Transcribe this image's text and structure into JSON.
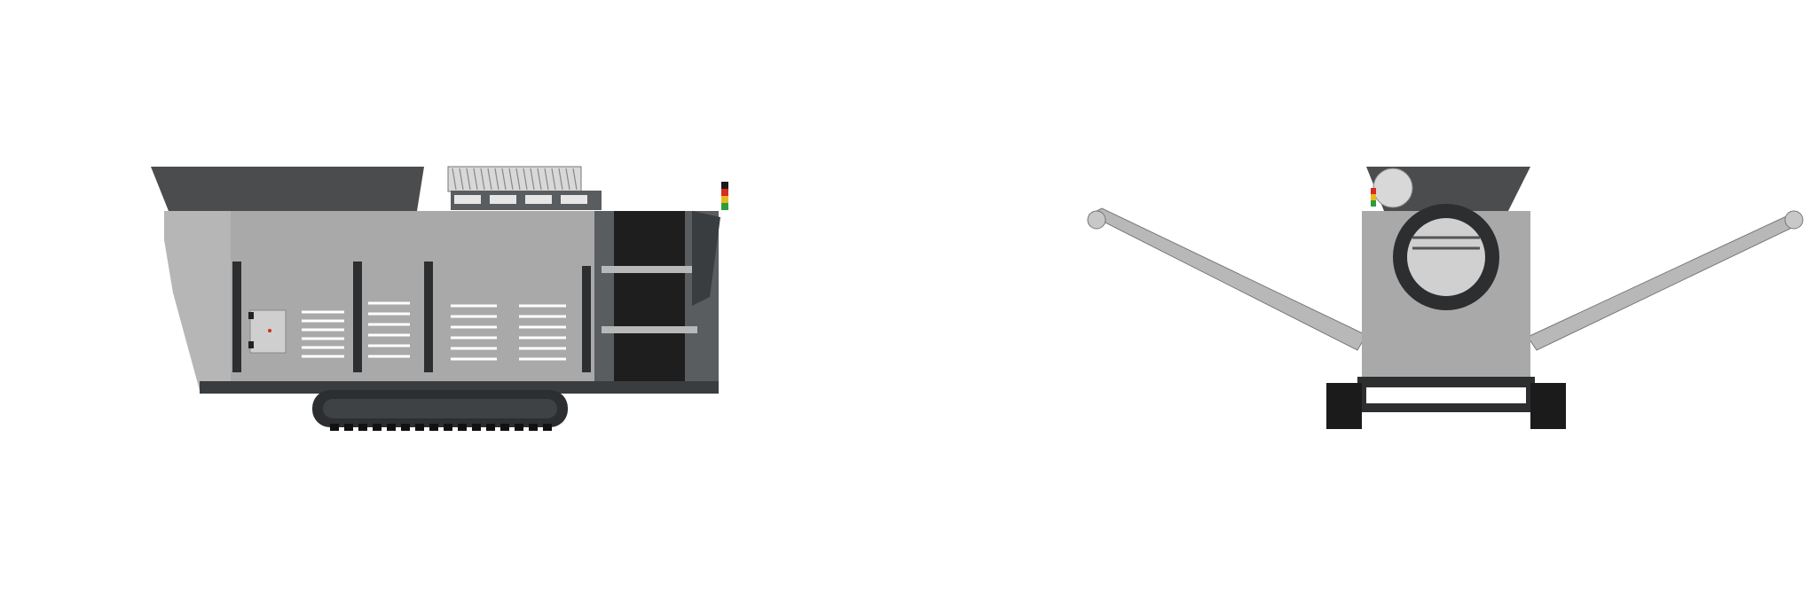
{
  "scene": {
    "views": [
      {
        "id": "side",
        "description_name": "side-view"
      },
      {
        "id": "front",
        "description_name": "front-view"
      }
    ],
    "colors": {
      "background": "#ffffff",
      "body_gray": "#a9a9a9",
      "body_light": "#c4c4c4",
      "dark_steel": "#3a3d3f",
      "hopper": "#4a4c4e",
      "belt_black": "#1e1e1e",
      "track_black": "#1b1b1b",
      "beacon_red": "#d62b1e",
      "beacon_yellow": "#e8b820",
      "beacon_green": "#2e9d3c"
    }
  }
}
